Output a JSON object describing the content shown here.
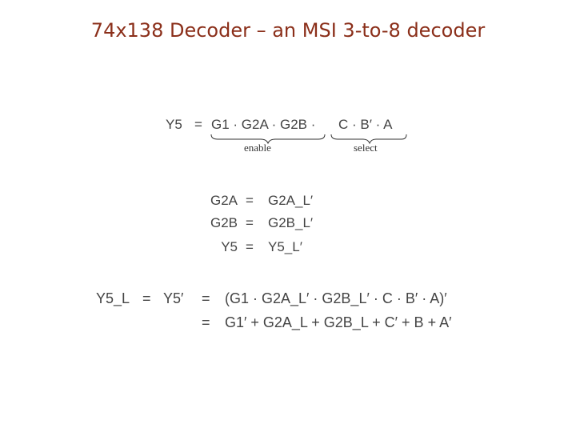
{
  "slide": {
    "title": "74x138 Decoder – an MSI 3-to-8 decoder"
  },
  "eq1": {
    "lhs": "Y5",
    "eq": "=",
    "enable_expr": "G1 · G2A · G2B ·",
    "select_expr": "C · B′ · A",
    "enable_label": "enable",
    "select_label": "select"
  },
  "defs": [
    {
      "lhs": "G2A",
      "op": "=",
      "rhs": "G2A_L′"
    },
    {
      "lhs": "G2B",
      "op": "=",
      "rhs": "G2B_L′"
    },
    {
      "lhs": "Y5",
      "op": "=",
      "rhs": "Y5_L′"
    }
  ],
  "eq3": {
    "lhs": "Y5_L",
    "eq1": "=",
    "mid": "Y5′",
    "eq2": "=",
    "line1": "(G1 · G2A_L′ · G2B_L′ · C · B′ · A)′",
    "eq3": "=",
    "line2": "G1′ + G2A_L + G2B_L + C′ + B + A′"
  }
}
